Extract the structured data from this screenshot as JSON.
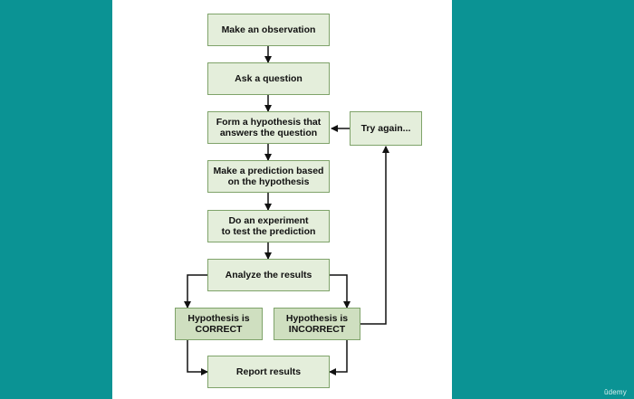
{
  "flowchart": {
    "steps": {
      "observation": "Make an observation",
      "question": "Ask a question",
      "hypothesis": "Form a hypothesis that\nanswers the question",
      "try_again": "Try again...",
      "prediction": "Make a prediction based\non the hypothesis",
      "experiment": "Do an experiment\nto test the prediction",
      "analyze": "Analyze the results",
      "correct": "Hypothesis is\nCORRECT",
      "incorrect": "Hypothesis is\nINCORRECT",
      "report": "Report results"
    }
  },
  "colors": {
    "background": "#0b9394",
    "slide": "#ffffff",
    "box_fill": "#e4eedb",
    "box_fill_result": "#cfdfc0",
    "box_border": "#7fa36a",
    "arrow": "#111111"
  },
  "watermark": "ûdemy"
}
